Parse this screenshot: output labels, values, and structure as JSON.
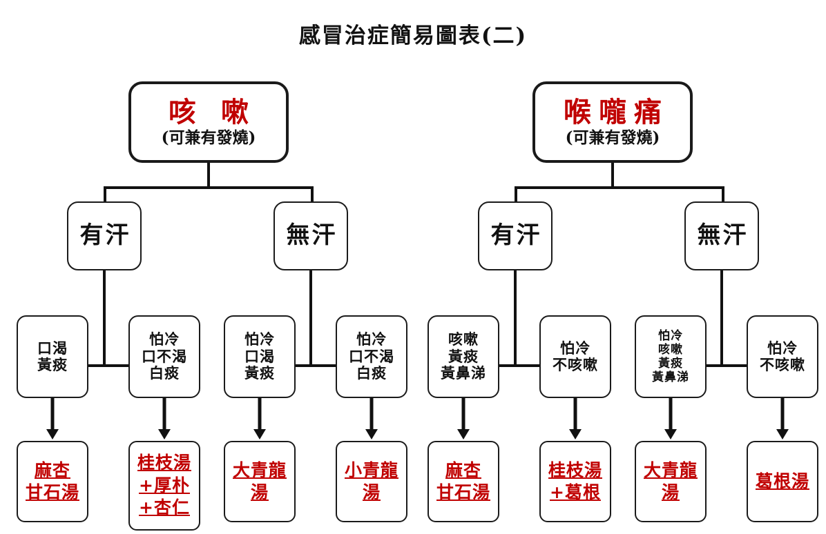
{
  "title": "感冒治症簡易圖表(二)",
  "colors": {
    "accent_red": "#C00000",
    "ink_black": "#111111",
    "background": "#FFFFFF"
  },
  "trees": [
    {
      "id": "cough-tree",
      "root": {
        "heading": "咳 嗽",
        "note": "(可兼有發燒)"
      },
      "branches": [
        {
          "condition": "有汗",
          "children": [
            {
              "symptom": [
                "口渴",
                "黃痰"
              ],
              "prescription": [
                "麻杏",
                "甘石湯"
              ]
            },
            {
              "symptom": [
                "怕冷",
                "口不渴",
                "白痰"
              ],
              "prescription": [
                "桂枝湯",
                "+厚朴",
                "+杏仁"
              ]
            }
          ]
        },
        {
          "condition": "無汗",
          "children": [
            {
              "symptom": [
                "怕冷",
                "口渴",
                "黃痰"
              ],
              "prescription": [
                "大青龍",
                "湯"
              ]
            },
            {
              "symptom": [
                "怕冷",
                "口不渴",
                "白痰"
              ],
              "prescription": [
                "小青龍",
                "湯"
              ]
            }
          ]
        }
      ]
    },
    {
      "id": "sore-throat-tree",
      "root": {
        "heading": "喉嚨痛",
        "note": "(可兼有發燒)"
      },
      "branches": [
        {
          "condition": "有汗",
          "children": [
            {
              "symptom": [
                "咳嗽",
                "黃痰",
                "黃鼻涕"
              ],
              "prescription": [
                "麻杏",
                "甘石湯"
              ]
            },
            {
              "symptom": [
                "怕冷",
                "不咳嗽"
              ],
              "prescription": [
                "桂枝湯",
                "+葛根"
              ]
            }
          ]
        },
        {
          "condition": "無汗",
          "children": [
            {
              "symptom": [
                "怕冷",
                "咳嗽",
                "黃痰",
                "黃鼻涕"
              ],
              "prescription": [
                "大青龍",
                "湯"
              ]
            },
            {
              "symptom": [
                "怕冷",
                "不咳嗽"
              ],
              "prescription": [
                "葛根湯"
              ]
            }
          ]
        }
      ]
    }
  ]
}
